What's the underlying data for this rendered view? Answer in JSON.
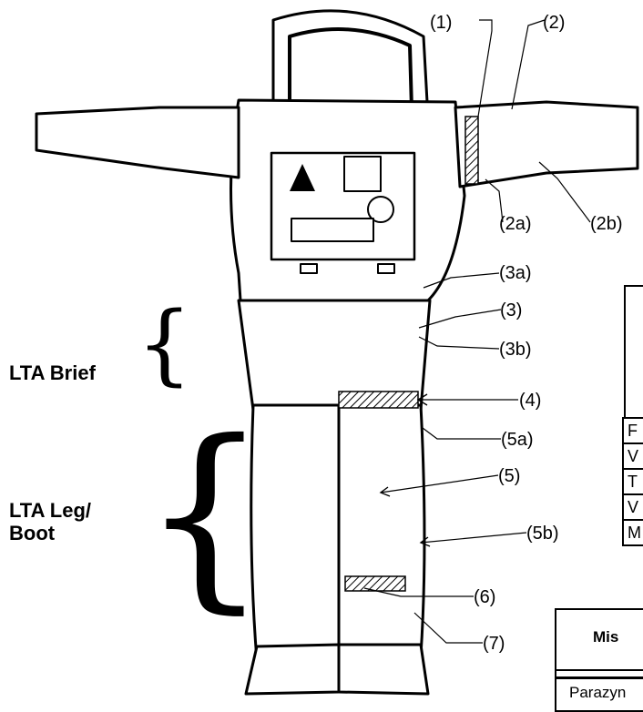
{
  "callouts": {
    "c1": "(1)",
    "c2": "(2)",
    "c2a": "(2a)",
    "c2b": "(2b)",
    "c3a": "(3a)",
    "c3": "(3)",
    "c3b": "(3b)",
    "c4": "(4)",
    "c5a": "(5a)",
    "c5": "(5)",
    "c5b": "(5b)",
    "c6": "(6)",
    "c7": "(7)"
  },
  "sections": {
    "brief": "LTA Brief",
    "leg_line1": "LTA Leg/",
    "leg_line2": "Boot"
  },
  "right_table": {
    "rows": [
      "F",
      "V",
      "T",
      "V",
      "M"
    ]
  },
  "bottom_table": {
    "header": "Mis",
    "row1": "Parazyn"
  }
}
